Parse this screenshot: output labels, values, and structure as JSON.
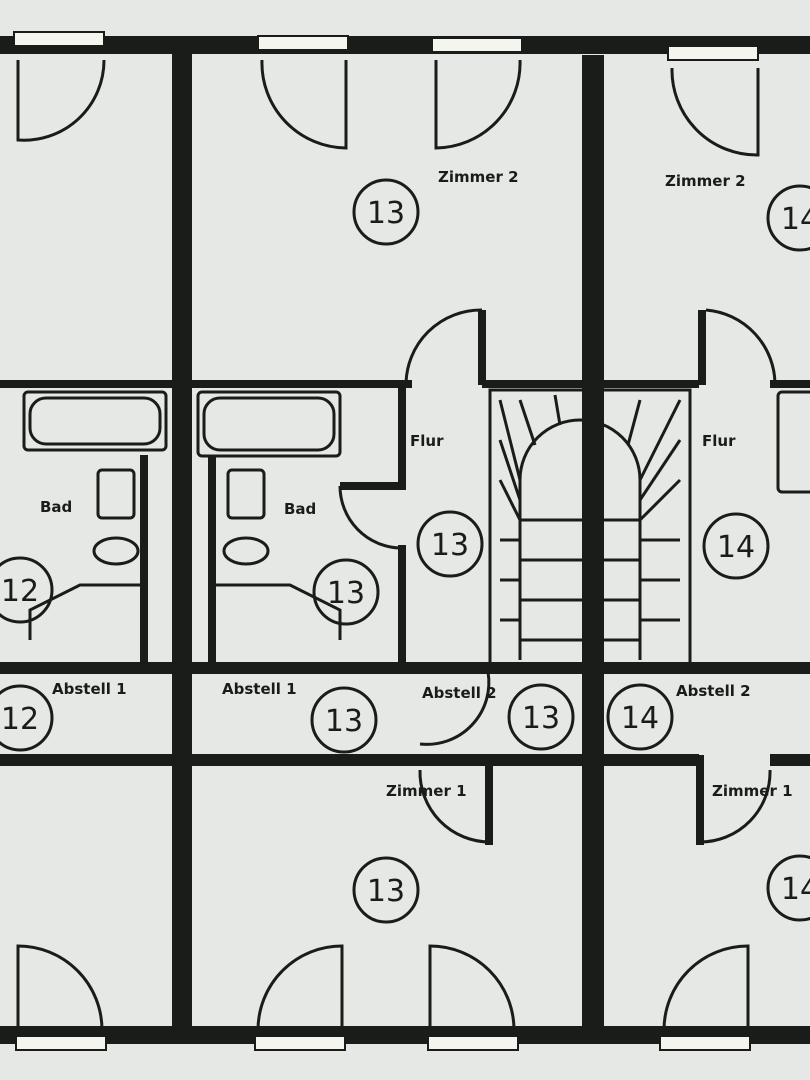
{
  "plan": {
    "rooms": {
      "zimmer2": "Zimmer 2",
      "zimmer1": "Zimmer 1",
      "flur": "Flur",
      "bad": "Bad",
      "abstell1": "Abstell 1",
      "abstell2": "Abstell 2"
    },
    "unit_numbers": {
      "left": "12",
      "center": "13",
      "right": "14"
    }
  }
}
